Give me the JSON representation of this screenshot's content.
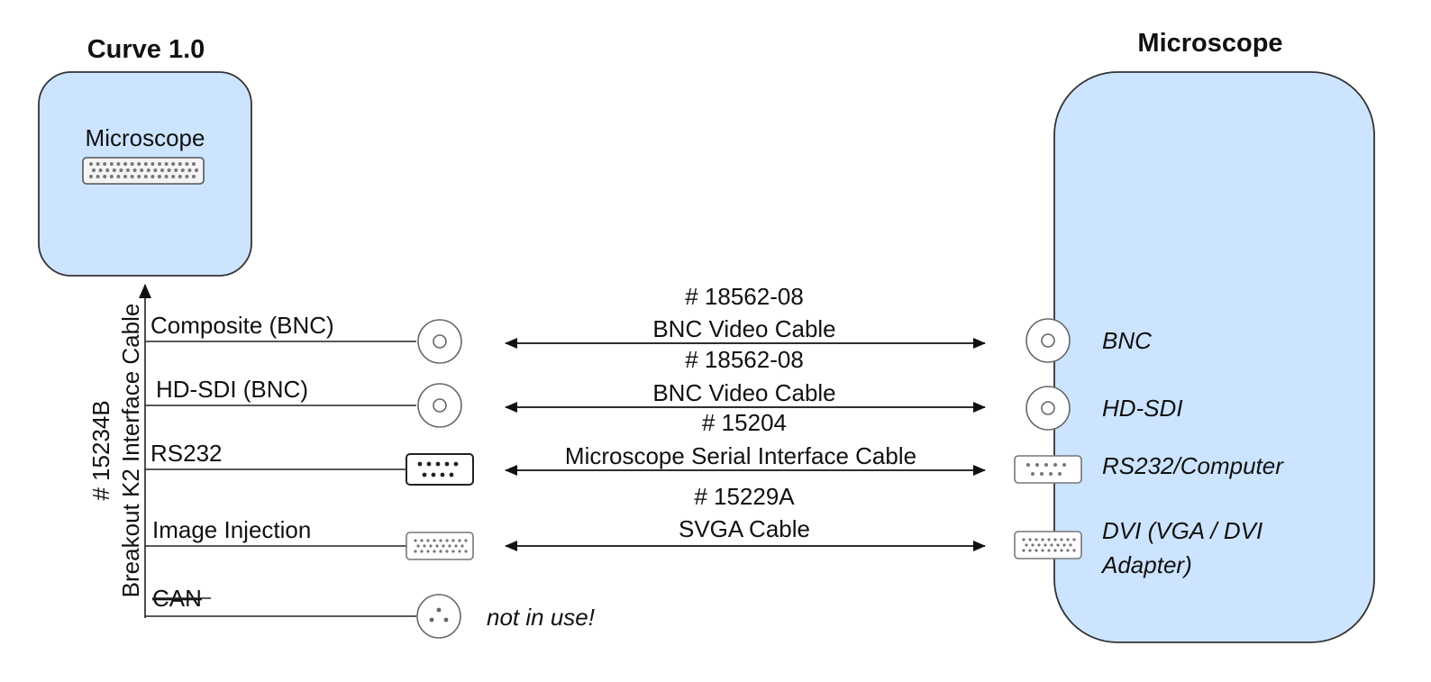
{
  "left_device": {
    "title": "Curve 1.0",
    "port_label": "Microscope",
    "port_icon": "db44-connector-icon"
  },
  "right_device": {
    "title": "Microscope"
  },
  "breakout_cable": {
    "number": "# 15234B",
    "name": "Breakout K2 Interface Cable"
  },
  "connections": [
    {
      "id": "composite",
      "left_label": "Composite (BNC)",
      "left_connector": "bnc-connector-icon",
      "cable_number": "# 18562-08",
      "cable_name": "BNC Video Cable",
      "right_connector": "bnc-connector-icon",
      "right_label": "BNC"
    },
    {
      "id": "hdsdi",
      "left_label": "HD-SDI (BNC)",
      "left_connector": "bnc-connector-icon",
      "cable_number": "# 18562-08",
      "cable_name": "BNC Video Cable",
      "right_connector": "bnc-connector-icon",
      "right_label": "HD-SDI"
    },
    {
      "id": "rs232",
      "left_label": "RS232",
      "left_connector": "db9-connector-icon",
      "cable_number": "# 15204",
      "cable_name": "Microscope Serial Interface Cable",
      "right_connector": "db9-connector-icon",
      "right_label": "RS232/Computer"
    },
    {
      "id": "image-injection",
      "left_label": "Image Injection",
      "left_connector": "vga-connector-icon",
      "cable_number": "# 15229A",
      "cable_name": "SVGA Cable",
      "right_connector": "vga-connector-icon",
      "right_label_line1": "DVI (VGA / DVI",
      "right_label_line2": "Adapter)"
    },
    {
      "id": "can",
      "left_label": "CAN",
      "left_strikethrough": true,
      "left_connector": "din-connector-icon",
      "note": "not in use!"
    }
  ],
  "colors": {
    "device_fill": "#cce4ff",
    "stroke": "#333333"
  }
}
